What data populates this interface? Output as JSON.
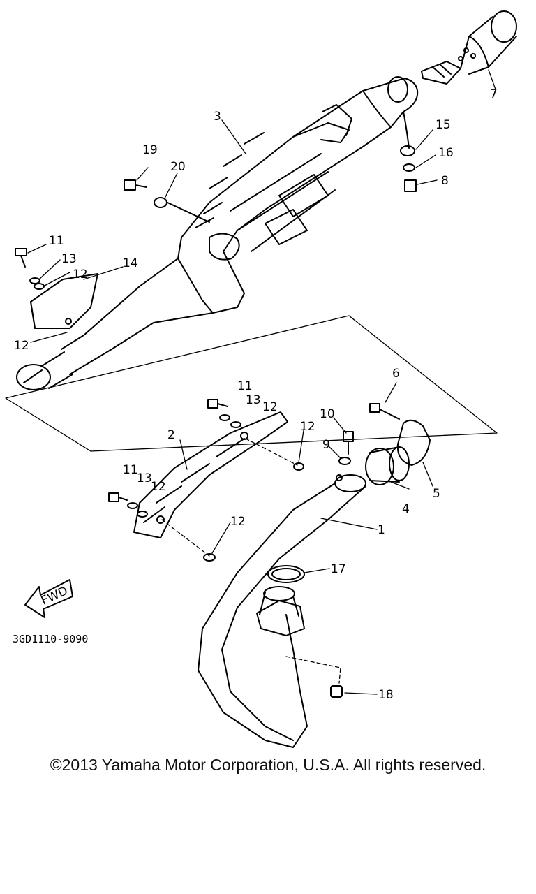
{
  "labels": {
    "p1": "1",
    "p2": "2",
    "p3": "3",
    "p4": "4",
    "p5": "5",
    "p6": "6",
    "p7": "7",
    "p8": "8",
    "p9": "9",
    "p10": "10",
    "p11": "11",
    "p12": "12",
    "p13": "13",
    "p14": "14",
    "p15": "15",
    "p16": "16",
    "p17": "17",
    "p18": "18",
    "p19": "19",
    "p20": "20"
  },
  "fwd_label": "FWD",
  "diagram_code": "3GD1110-9090",
  "copyright": "©2013 Yamaha Motor Corporation, U.S.A. All rights reserved.",
  "colors": {
    "line": "#000000",
    "background": "#ffffff"
  }
}
